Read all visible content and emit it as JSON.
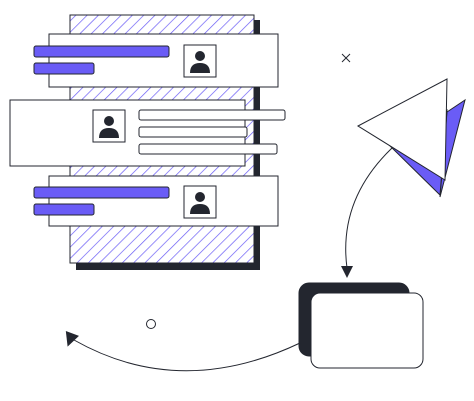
{
  "colors": {
    "ink": "#23262f",
    "accent": "#6a5cf6",
    "paper": "#ffffff",
    "hatch": "#6a5cf6"
  },
  "illustration": {
    "cards": [
      {
        "icon": "user-icon",
        "lines": [
          "accent-long",
          "accent-short"
        ]
      },
      {
        "icon": "user-icon",
        "lines": [
          "outline",
          "outline",
          "outline"
        ]
      },
      {
        "icon": "user-icon",
        "lines": [
          "accent-long",
          "accent-short"
        ]
      }
    ],
    "decorations": [
      "cross-mark",
      "small-circle",
      "paper-plane",
      "curved-arrows",
      "stacked-windows"
    ]
  }
}
